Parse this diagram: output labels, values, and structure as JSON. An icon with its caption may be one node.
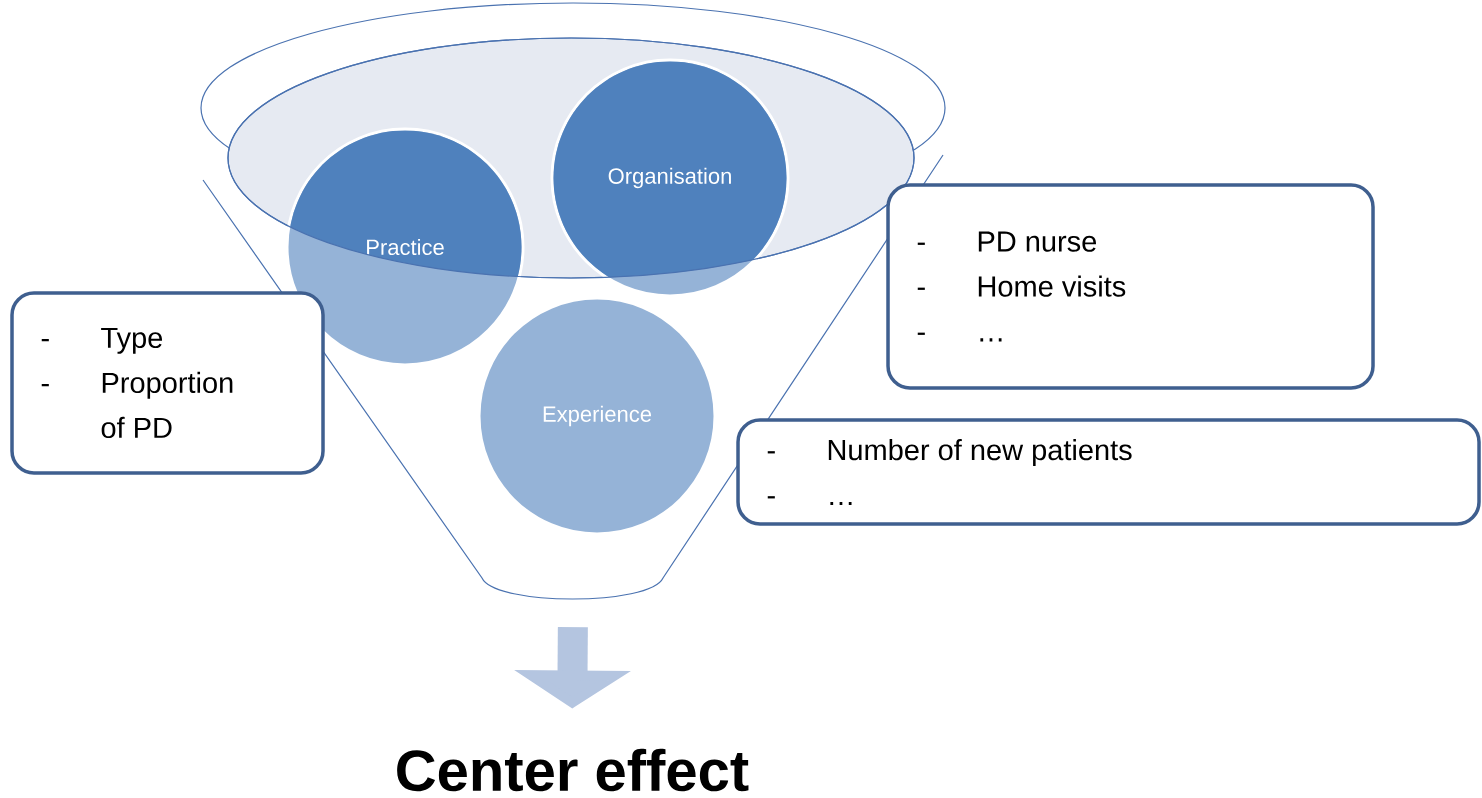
{
  "diagram": {
    "nodes": [
      {
        "text": [],
        "shape": "funnel"
      },
      {
        "text": [
          "Practice"
        ],
        "in": 0
      },
      {
        "text": [
          "Organisation"
        ],
        "in": 0
      },
      {
        "text": [
          "Experience"
        ],
        "in": 0
      },
      {
        "text": [
          "-",
          "Type",
          "-",
          "Proportion of PD"
        ]
      },
      {
        "text": [
          "-",
          "PD nurse",
          "-",
          "Home visits",
          "-",
          "…"
        ]
      },
      {
        "text": [
          "-",
          "Number of new patients",
          "-",
          "…"
        ]
      },
      {
        "text": [
          "Center effect"
        ]
      }
    ],
    "edges": [
      {
        "from": 0,
        "to": 7,
        "arrow": "to"
      }
    ]
  }
}
